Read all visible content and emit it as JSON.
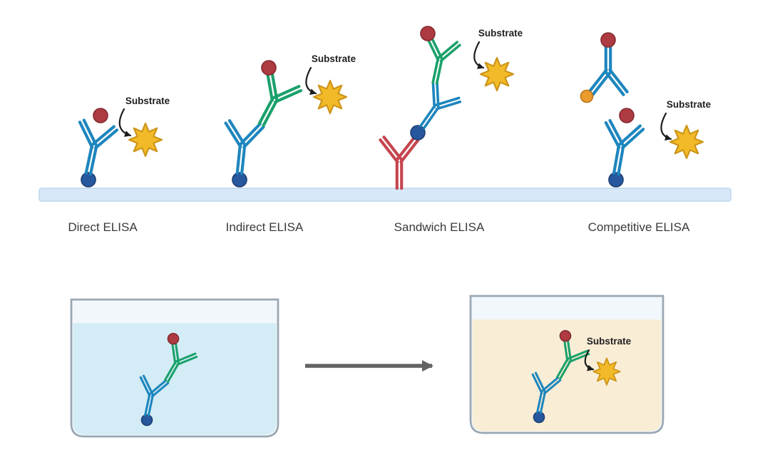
{
  "diagram": {
    "substrate_label": "Substrate",
    "panels": [
      {
        "label": "Direct ELISA"
      },
      {
        "label": "Indirect ELISA"
      },
      {
        "label": "Sandwich ELISA"
      },
      {
        "label": "Competitive ELISA"
      }
    ],
    "colors": {
      "background": "#ffffff",
      "antibody_blue": "#1d86be",
      "antibody_green": "#1ba16b",
      "antibody_red": "#c6454f",
      "enzyme_red": "#ae3a42",
      "enzyme_red_stroke": "#832b31",
      "antigen_navy": "#27579d",
      "antigen_navy_stroke": "#1b3f75",
      "antigen_orange": "#e99b2e",
      "antigen_orange_stroke": "#b87417",
      "substrate_yellow": "#f2b928",
      "substrate_yellow_stroke": "#cc9417",
      "plate_fill": "#d7e9f8",
      "plate_stroke": "#bdd7ec",
      "well_stroke": "#9aa7b2",
      "well_headspace": "#f1f7fb",
      "well_liquid_blue": "#d4ecf6",
      "well_liquid_amber": "#f9edd6",
      "reaction_arrow_gray": "#636363",
      "substrate_arrow_black": "#1c1c1c",
      "label_color": "#3a3a3a",
      "substrate_label_color": "#1f1f1f"
    }
  }
}
